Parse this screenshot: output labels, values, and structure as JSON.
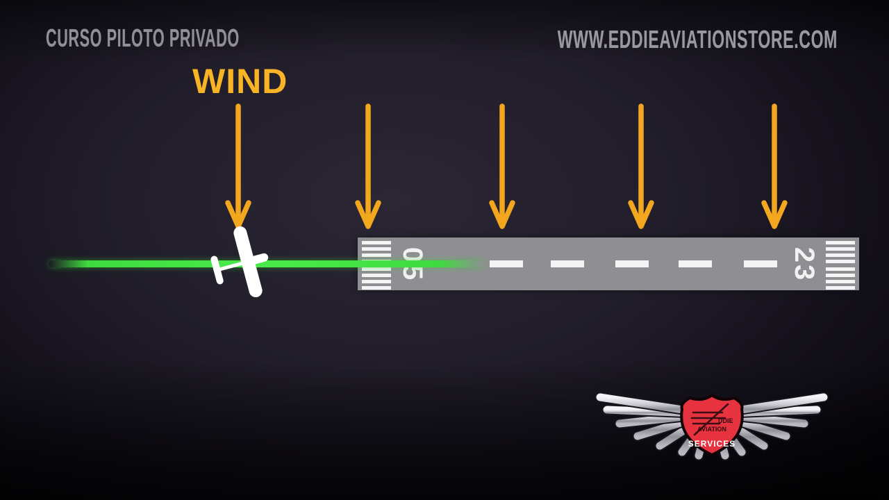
{
  "header": {
    "course": "CURSO PILOTO PRIVADO",
    "website": "WWW.EDDIEAVIATIONSTORE.COM"
  },
  "wind": {
    "label": "WIND",
    "label_color": "#F8B424",
    "arrow_color": "#F2A71E",
    "arrow_count": 5,
    "arrow_x_centers": [
      343,
      530,
      723,
      923,
      1115
    ]
  },
  "runway": {
    "left_number": "05",
    "right_number": "23",
    "surface_color": "#8F8F93",
    "centerline_dash_x": [
      190,
      278,
      371,
      462,
      556
    ],
    "threshold_stripe_rows_top": [
      5,
      14,
      23,
      32
    ],
    "threshold_stripe_rows_bottom": [
      43,
      52,
      61,
      70
    ]
  },
  "approach": {
    "line_color": "#3EDC3E"
  },
  "airplane": {
    "color": "#FFFFFF",
    "heading_deg": -15
  },
  "logo": {
    "shield_color": "#E6333F",
    "shield_line1": "DDIE",
    "shield_line2": "AVIATION",
    "shield_line3": "SERVICES"
  },
  "icons": {
    "wind_arrow": "down-arrow",
    "airplane": "airplane-top-view",
    "logo": "pilot-wings-shield"
  }
}
